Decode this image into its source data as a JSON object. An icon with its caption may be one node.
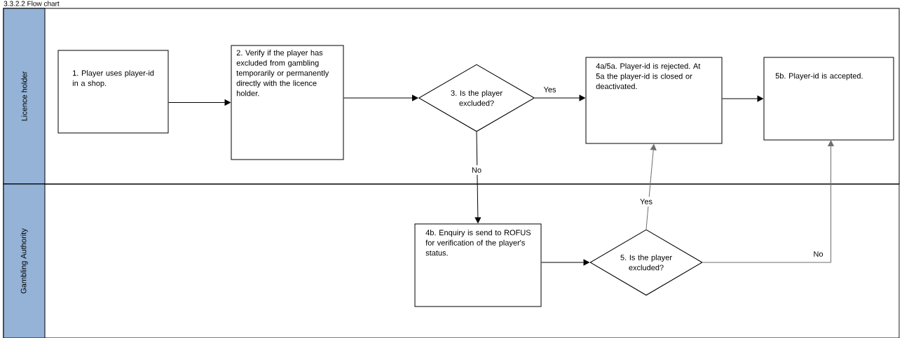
{
  "diagram": {
    "title": "3.3.2.2 Flow chart",
    "nodes": [
      {
        "text": [
          "Licence holder"
        ]
      },
      {
        "text": [
          "Gambling Authority"
        ]
      },
      {
        "text": [
          "1. Player uses player-id in a shop."
        ],
        "in": 0
      },
      {
        "text": [
          "2. Verify if the player has excluded from gambling temporarily or permanently directly with the licence holder."
        ],
        "in": 0
      },
      {
        "text": [
          "3. Is the player excluded?"
        ],
        "in": 0
      },
      {
        "text": [
          "4a/5a. Player-id is rejected. At 5a the player-id is closed or deactivated."
        ],
        "in": 0
      },
      {
        "text": [
          "5b. Player-id is accepted."
        ],
        "in": 0
      },
      {
        "text": [
          "4b. Enquiry is send to ROFUS for verification of the player's status."
        ],
        "in": 1
      },
      {
        "text": [
          "5. Is the player excluded?"
        ],
        "in": 1
      }
    ],
    "edges": [
      {
        "from": 2,
        "to": 3,
        "arrow": "to"
      },
      {
        "from": 3,
        "to": 4,
        "arrow": "to"
      },
      {
        "from": 4,
        "to": 5,
        "arrow": "to",
        "label": "Yes"
      },
      {
        "from": 4,
        "to": 7,
        "arrow": "to",
        "label": "No"
      },
      {
        "from": 5,
        "to": 6,
        "arrow": "to"
      },
      {
        "from": 7,
        "to": 8,
        "arrow": "to"
      },
      {
        "from": 8,
        "to": 5,
        "arrow": "to",
        "label": "Yes",
        "color": "#6e6e6e"
      },
      {
        "from": 8,
        "to": 6,
        "arrow": "to",
        "label": "No",
        "color": "#6e6e6e"
      }
    ]
  }
}
